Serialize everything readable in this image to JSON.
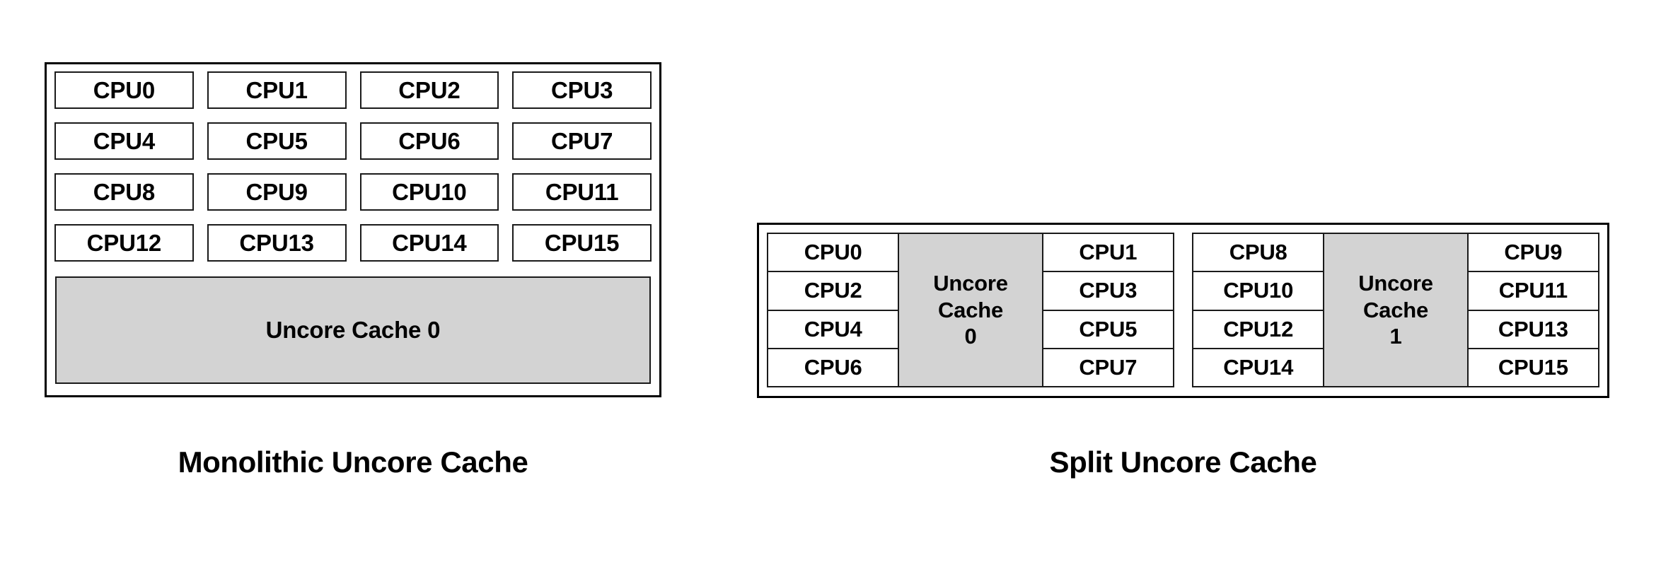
{
  "figure": {
    "colors": {
      "cache_fill": "#d3d3d3",
      "cell_fill": "#ffffff",
      "border": "#000000",
      "background": "#ffffff"
    }
  },
  "monolithic": {
    "caption": "Monolithic Uncore Cache",
    "cpus": [
      "CPU0",
      "CPU1",
      "CPU2",
      "CPU3",
      "CPU4",
      "CPU5",
      "CPU6",
      "CPU7",
      "CPU8",
      "CPU9",
      "CPU10",
      "CPU11",
      "CPU12",
      "CPU13",
      "CPU14",
      "CPU15"
    ],
    "cache_label": "Uncore Cache 0"
  },
  "split": {
    "caption": "Split Uncore Cache",
    "groups": [
      {
        "left_cpus": [
          "CPU0",
          "CPU2",
          "CPU4",
          "CPU6"
        ],
        "cache_line1": "Uncore",
        "cache_line2": "Cache",
        "cache_line3": "0",
        "right_cpus": [
          "CPU1",
          "CPU3",
          "CPU5",
          "CPU7"
        ]
      },
      {
        "left_cpus": [
          "CPU8",
          "CPU10",
          "CPU12",
          "CPU14"
        ],
        "cache_line1": "Uncore",
        "cache_line2": "Cache",
        "cache_line3": "1",
        "right_cpus": [
          "CPU9",
          "CPU11",
          "CPU13",
          "CPU15"
        ]
      }
    ]
  }
}
